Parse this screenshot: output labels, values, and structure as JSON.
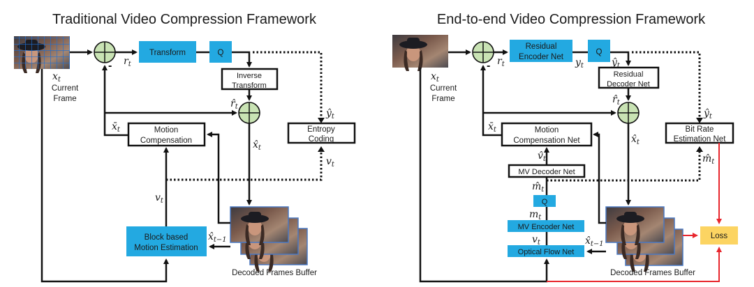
{
  "left": {
    "title": "Traditional Video Compression Framework",
    "blocks": {
      "transform": "Transform",
      "quantizer": "Q",
      "inverse_transform": [
        "Inverse",
        "Transform"
      ],
      "motion_compensation": [
        "Motion",
        "Compensation"
      ],
      "entropy_coding": [
        "Entropy",
        "Coding"
      ],
      "motion_estimation": [
        "Block based",
        "Motion Estimation"
      ]
    },
    "labels": {
      "current_frame": [
        "Current",
        "Frame"
      ],
      "buffer": "Decoded Frames Buffer",
      "minus": "-"
    },
    "symbols": {
      "x_t": "x",
      "r_t": "r",
      "r_hat": "r̂",
      "x_bar": "x̄",
      "x_hat": "x̂",
      "y_hat": "ŷ",
      "v_t": "v",
      "v_t2": "v",
      "x_hat_prev": "x̂",
      "sub_t": "t",
      "sub_t1": "t−1"
    }
  },
  "right": {
    "title": "End-to-end Video Compression Framework",
    "blocks": {
      "residual_encoder": [
        "Residual",
        "Encoder Net"
      ],
      "quantizer": "Q",
      "residual_decoder": [
        "Residual",
        "Decoder Net"
      ],
      "motion_compensation": [
        "Motion",
        "Compensation Net"
      ],
      "bit_rate": [
        "Bit Rate",
        "Estimation Net"
      ],
      "mv_decoder": "MV Decoder Net",
      "mv_quantizer": "Q",
      "mv_encoder": "MV Encoder Net",
      "optical_flow": "Optical Flow Net",
      "loss": "Loss"
    },
    "labels": {
      "current_frame": [
        "Current",
        "Frame"
      ],
      "buffer": "Decoded Frames Buffer",
      "minus": "-"
    },
    "symbols": {
      "x_t": "x",
      "r_t": "r",
      "y_t": "y",
      "y_hat": "ŷ",
      "y_hat2": "ŷ",
      "r_hat": "r̂",
      "x_bar": "x̄",
      "x_hat": "x̂",
      "v_hat": "v̂",
      "m_hat": "m̂",
      "m_hat2": "m̂",
      "m_t": "m",
      "v_t": "v",
      "x_hat_prev": "x̂",
      "sub_t": "t",
      "sub_t1": "t−1"
    }
  },
  "colors": {
    "learned_block": "#23a9e1",
    "loss_block": "#fcd462",
    "sum_node": "#c9e3b4",
    "loss_path": "#e8262d",
    "frame_border": "#4a78c2"
  }
}
